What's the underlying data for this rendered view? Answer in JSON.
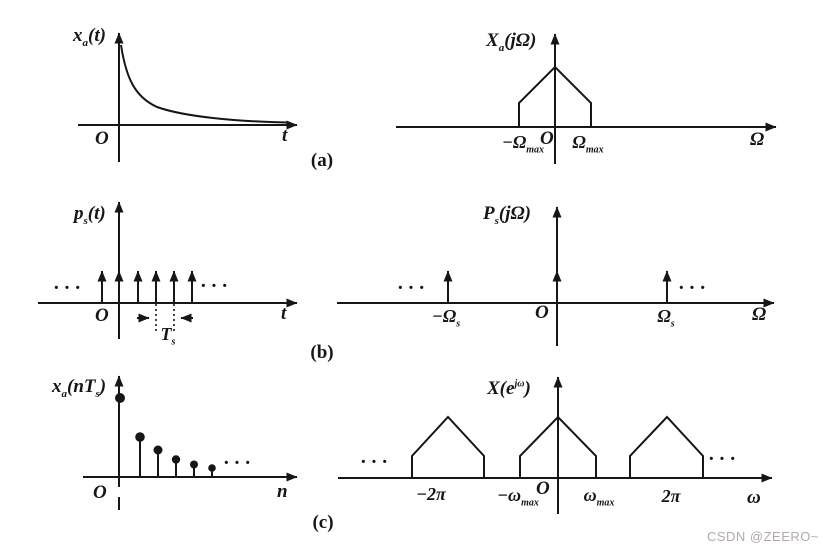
{
  "figure": {
    "ink": "#161616",
    "background": "#ffffff",
    "ellipsis": "···",
    "origin_label": "O",
    "watermark": {
      "text": "CSDN @ZEERO~",
      "color": "#b3a9a9"
    },
    "rows": {
      "a": {
        "tag": "(a)",
        "left": {
          "ylabel": {
            "b1": "x",
            "s1": "a",
            "b2": "(t)"
          },
          "xlabel": "t"
        },
        "right": {
          "ylabel": {
            "b1": "X",
            "s1": "a",
            "b2": "(jΩ)"
          },
          "xlabel": "Ω",
          "tick_neg": {
            "b": "−Ω",
            "s": "max"
          },
          "tick_pos": {
            "b": "Ω",
            "s": "max"
          }
        }
      },
      "b": {
        "tag": "(b)",
        "left": {
          "ylabel": {
            "b1": "p",
            "s1": "s",
            "b2": "(t)"
          },
          "xlabel": "t",
          "period_label": {
            "b": "T",
            "s": "s"
          }
        },
        "right": {
          "ylabel": {
            "b1": "P",
            "s1": "s",
            "b2": "(jΩ)"
          },
          "xlabel": "Ω",
          "tick_neg": {
            "b": "−Ω",
            "s": "s"
          },
          "tick_pos": {
            "b": "Ω",
            "s": "s"
          }
        }
      },
      "c": {
        "tag": "(c)",
        "left": {
          "ylabel": {
            "b1": "x",
            "s1": "a",
            "b2": "(nT",
            "s2": "s",
            "b3": ")"
          },
          "xlabel": "n"
        },
        "right": {
          "ylabel": {
            "b1": "X(e",
            "sup1": "jω",
            "b2": ")"
          },
          "xlabel": "ω",
          "tick_n2pi": "−2π",
          "tick_nwmax": {
            "b": "−ω",
            "s": "max"
          },
          "tick_wmax": {
            "b": "ω",
            "s": "max"
          },
          "tick_2pi": "2π"
        }
      }
    }
  },
  "chart_data": [
    {
      "panel": "a-left",
      "type": "line",
      "signal": "xa(t)",
      "xlabel": "t",
      "shape": "continuous decaying exponential starting at peak at t=0",
      "x_norm": [
        0,
        0.2,
        0.4,
        0.6,
        0.8,
        1.0
      ],
      "y_norm": [
        1.0,
        0.45,
        0.25,
        0.13,
        0.06,
        0.02
      ]
    },
    {
      "panel": "a-right",
      "type": "area",
      "signal": "Xa(jΩ)",
      "xlabel": "Ω",
      "shape": "band-limited triangular spectrum with short vertical edges",
      "support": [
        "−Ωmax",
        "Ωmax"
      ],
      "peak_at": 0
    },
    {
      "panel": "b-left",
      "type": "stem",
      "signal": "ps(t)",
      "xlabel": "t",
      "impulse_positions_in_Ts": [
        -1,
        0,
        1,
        2,
        3,
        4
      ],
      "period_marker": "Ts",
      "extends": "infinite both sides (ellipses)"
    },
    {
      "panel": "b-right",
      "type": "stem",
      "signal": "Ps(jΩ)",
      "xlabel": "Ω",
      "impulse_positions": [
        "−Ωs",
        "0",
        "Ωs"
      ],
      "extends": "infinite both sides (ellipses)"
    },
    {
      "panel": "c-left",
      "type": "stem",
      "signal": "xa(nTs)",
      "xlabel": "n",
      "n": [
        0,
        1,
        2,
        3,
        4,
        5
      ],
      "stem_heights_norm": [
        1.0,
        0.52,
        0.34,
        0.22,
        0.16,
        0.11
      ],
      "extends": "infinite to the right (ellipsis)"
    },
    {
      "panel": "c-right",
      "type": "area",
      "signal": "X(e^jω)",
      "xlabel": "ω",
      "replica_centers": [
        "−2π",
        "0",
        "2π"
      ],
      "support_half_width": "ωmax",
      "shape": "periodic triangular spectra, repeats every 2π"
    }
  ]
}
